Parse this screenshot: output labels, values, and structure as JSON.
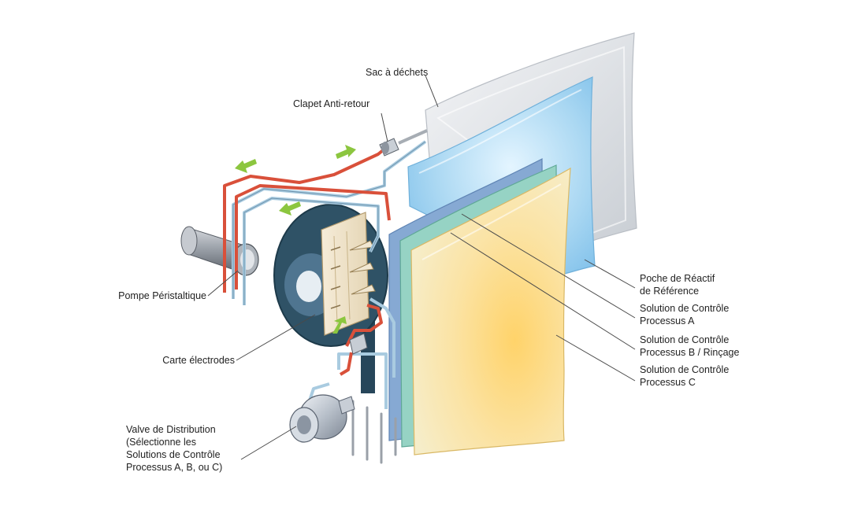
{
  "labels": {
    "waste_bag": "Sac à déchets",
    "check_valve": "Clapet Anti-retour",
    "peristaltic_pump": "Pompe Péristaltique",
    "electrode_card": "Carte électrodes",
    "distribution_valve": [
      "Valve de Distribution",
      "(Sélectionne les",
      "Solutions de Contrôle",
      "Processus A, B, ou C)"
    ],
    "reference_pack": [
      "Poche de Réactif",
      "de Référence"
    ],
    "control_a": [
      "Solution de Contrôle",
      "Processus A"
    ],
    "control_b": [
      "Solution de Contrôle",
      "Processus B / Rinçage"
    ],
    "control_c": [
      "Solution de Contrôle",
      "Processus C"
    ]
  },
  "colors": {
    "tube_red": "#d9503a",
    "tube_blue": "#a9cbe0",
    "arrow_green": "#8cc63f",
    "waste_bag": "#e3e5e8",
    "reference_pack": "#a9d7f2",
    "control_a": "#7da2cf",
    "control_b": "#8fcfc1",
    "control_c": "#f7d783",
    "leader": "#4a4a4a"
  }
}
